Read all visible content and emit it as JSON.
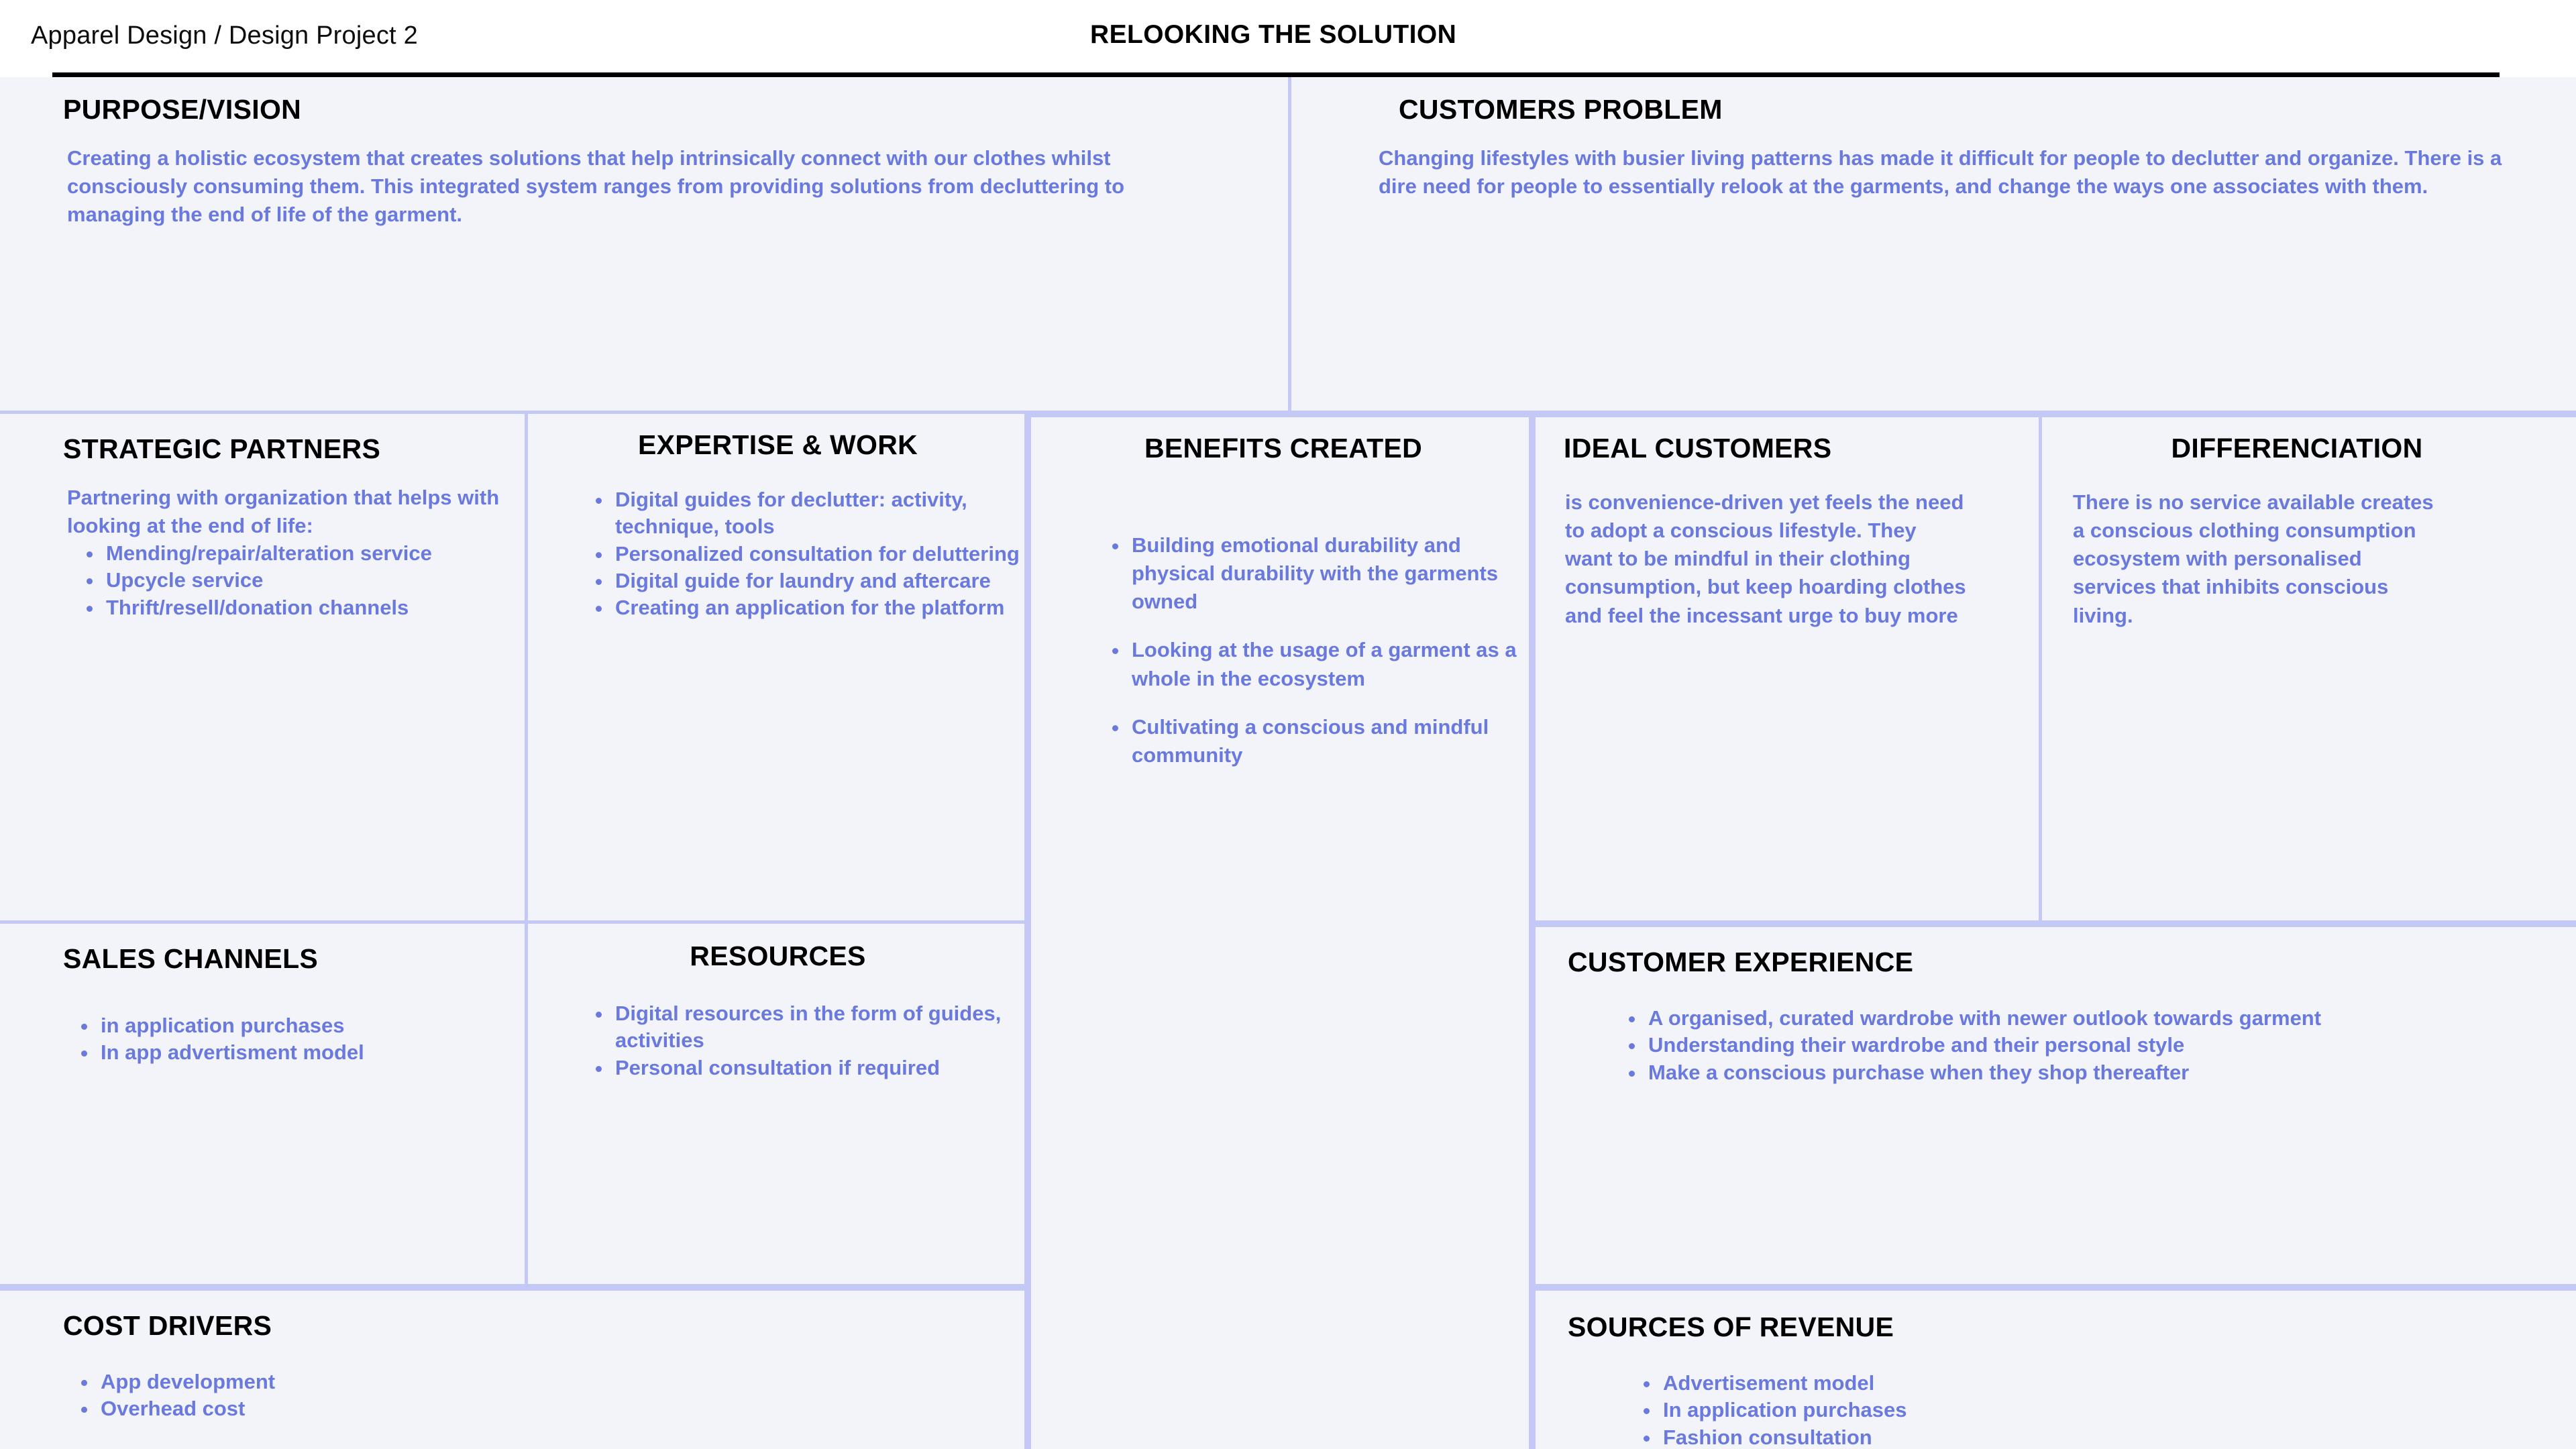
{
  "topbar": {
    "breadcrumb": "Apparel Design / Design Project 2",
    "title": "RELOOKING  THE SOLUTION"
  },
  "colors": {
    "canvas_bg": "#f2f4f9",
    "panel_border": "#c3c8f5",
    "heading": "#000000",
    "body_text": "#6a79dd",
    "rule": "#000000"
  },
  "panels": {
    "purpose_vision": {
      "heading": "PURPOSE/VISION",
      "text": "Creating a holistic ecosystem that creates solutions that help intrinsically connect with our clothes whilst consciously consuming them. This integrated system ranges from providing solutions from decluttering to managing the end of life of the garment."
    },
    "customers_problem": {
      "heading": "CUSTOMERS PROBLEM",
      "text": "Changing lifestyles with busier living patterns has made it difficult for people to declutter and organize.  There is a dire need for people to essentially relook at the garments, and change the ways one associates with them."
    },
    "strategic_partners": {
      "heading": "STRATEGIC PARTNERS",
      "intro": "Partnering with organization that helps with looking at the end of life:",
      "items": [
        "Mending/repair/alteration service",
        "Upcycle service",
        "Thrift/resell/donation channels"
      ]
    },
    "expertise_work": {
      "heading": "EXPERTISE & WORK",
      "items": [
        "Digital guides for declutter: activity, technique, tools",
        "Personalized consultation for deluttering",
        "Digital guide for laundry and aftercare",
        "Creating an application for the platform"
      ]
    },
    "benefits_created": {
      "heading": "BENEFITS CREATED",
      "items": [
        "Building emotional durability and physical durability with the garments owned",
        "Looking at the usage of a garment as a whole in the ecosystem",
        "Cultivating a conscious and mindful community"
      ]
    },
    "ideal_customers": {
      "heading": "IDEAL CUSTOMERS",
      "text": "is convenience-driven yet feels the need to adopt a conscious lifestyle. They want to be mindful in their clothing consumption, but keep hoarding clothes and feel the incessant urge to buy more"
    },
    "differenciation": {
      "heading": "DIFFERENCIATION",
      "text": "There is no service available creates a conscious clothing consumption ecosystem with personalised services that inhibits conscious living."
    },
    "sales_channels": {
      "heading": "SALES CHANNELS",
      "items": [
        "in application purchases",
        "In app advertisment model"
      ]
    },
    "resources": {
      "heading": "RESOURCES",
      "items": [
        "Digital resources in the form of guides, activities",
        " Personal consultation if required"
      ]
    },
    "customer_experience": {
      "heading": "CUSTOMER EXPERIENCE",
      "items": [
        "A organised, curated wardrobe with newer outlook towards garment",
        "Understanding their wardrobe and their personal style",
        "Make a conscious purchase when they shop thereafter"
      ]
    },
    "cost_drivers": {
      "heading": "COST DRIVERS",
      "items": [
        "App development",
        "Overhead cost"
      ]
    },
    "sources_of_revenue": {
      "heading": "SOURCES OF REVENUE",
      "items": [
        "Advertisement model",
        "In application purchases",
        "Fashion consultation"
      ]
    }
  }
}
